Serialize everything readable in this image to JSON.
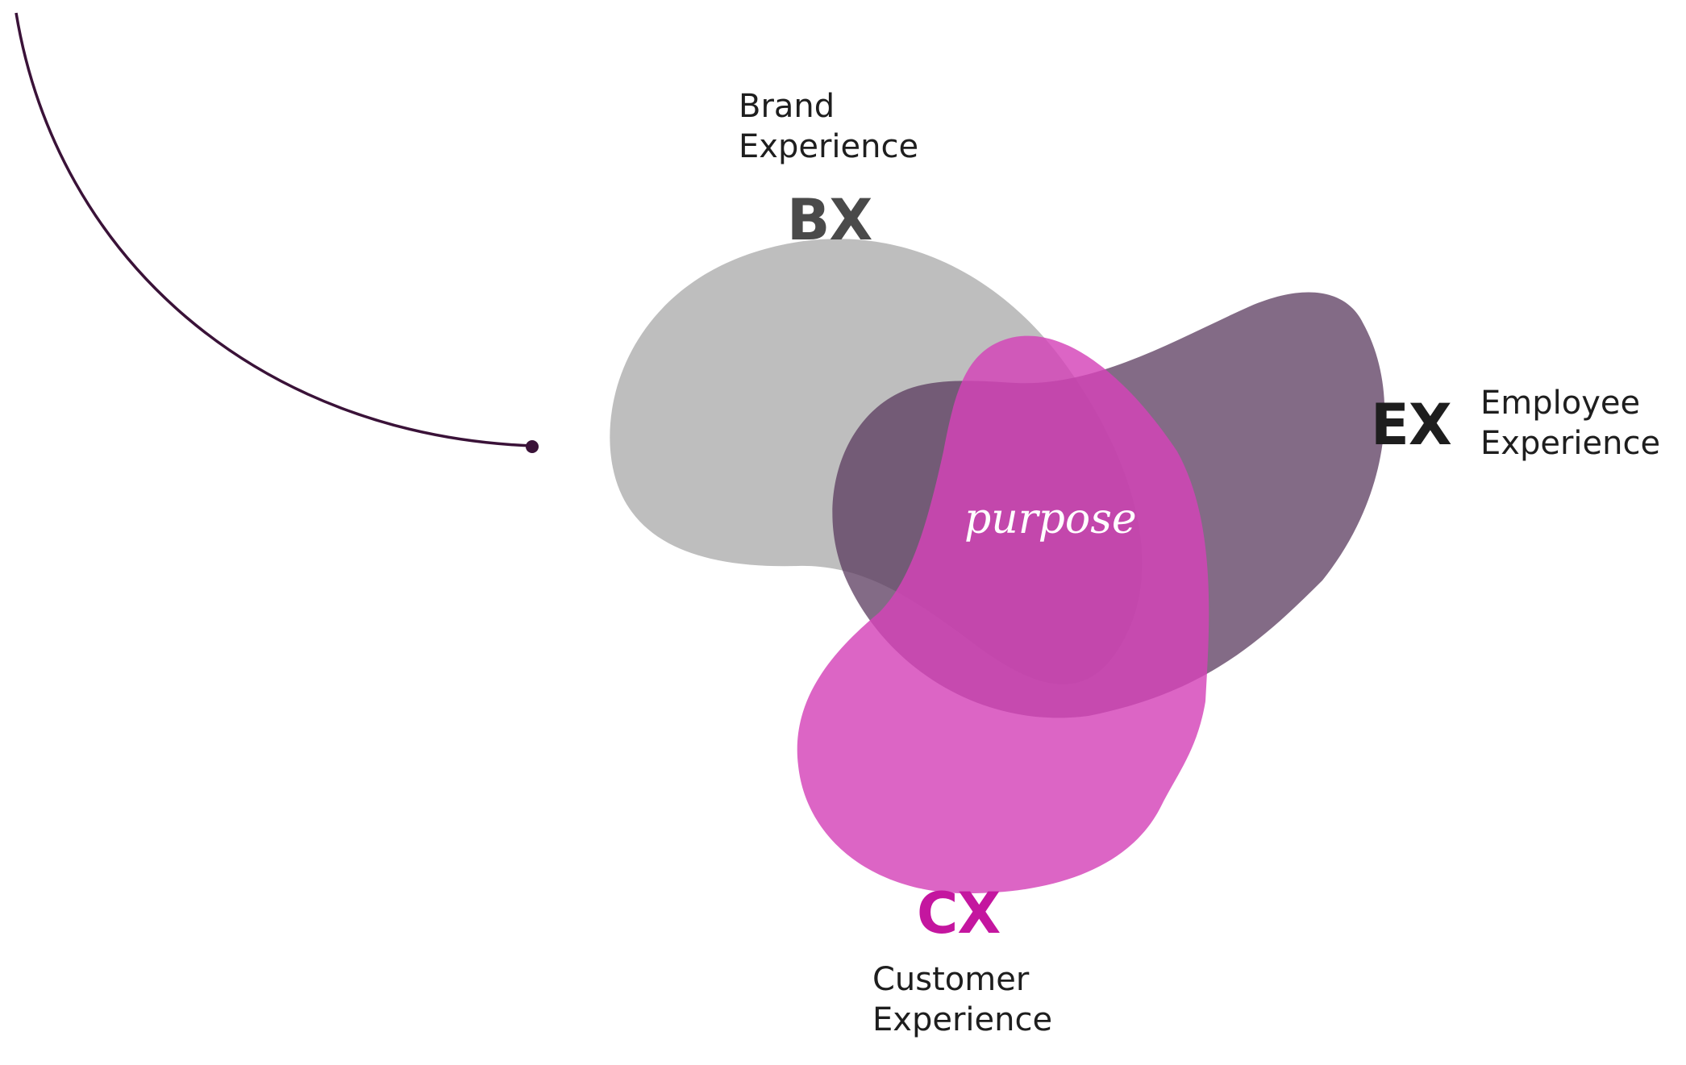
{
  "bx": {
    "abbr": "BX",
    "line1": "Brand",
    "line2": "Experience",
    "color": "#4a4a4a",
    "blob_color": "#b3b3b3"
  },
  "ex": {
    "abbr": "EX",
    "line1": "Employee",
    "line2": "Experience",
    "color": "#1e1e1e",
    "blob_color": "#5a3a5e"
  },
  "cx": {
    "abbr": "CX",
    "line1": "Customer",
    "line2": "Experience",
    "color": "#c4169f",
    "blob_color": "#d443b8"
  },
  "center": {
    "label": "purpose"
  },
  "arc_color": "#3a1238"
}
